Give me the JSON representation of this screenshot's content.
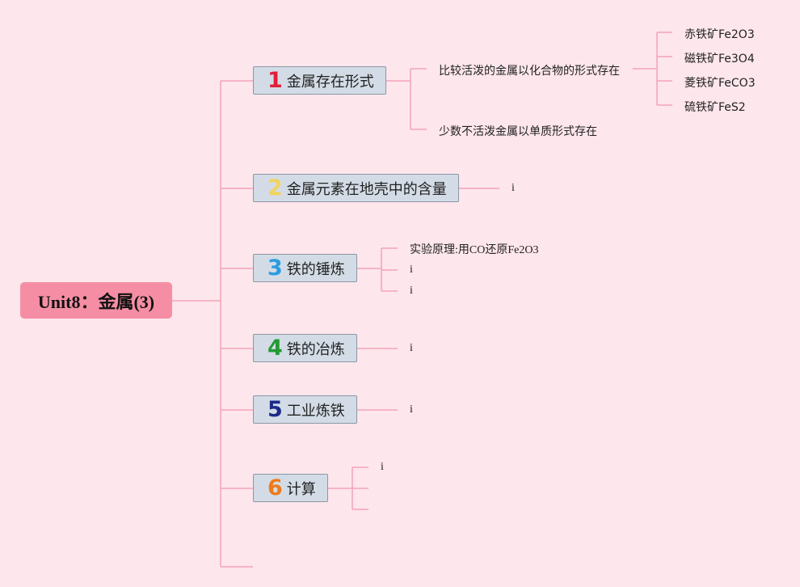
{
  "root": {
    "label": "Unit8：金属(3)"
  },
  "topics": [
    {
      "number": "1",
      "label": "金属存在形式",
      "color": "#e0203a"
    },
    {
      "number": "2",
      "label": "金属元素在地壳中的含量",
      "color": "#f2d35c"
    },
    {
      "number": "3",
      "label": "铁的锤炼",
      "color": "#2a9de0"
    },
    {
      "number": "4",
      "label": "铁的冶炼",
      "color": "#239a32"
    },
    {
      "number": "5",
      "label": "工业炼铁",
      "color": "#1c2a8a"
    },
    {
      "number": "6",
      "label": "计算",
      "color": "#f07a1a"
    }
  ],
  "t1": {
    "sub1": "比较活泼的金属以化合物的形式存在",
    "sub2": "少数不活泼金属以单质形式存在",
    "ores": [
      "赤铁矿Fe2O3",
      "磁铁矿Fe3O4",
      "菱铁矿FeCO3",
      "硫铁矿FeS2"
    ]
  },
  "t2": {
    "sub1": "i"
  },
  "t3": {
    "sub1": "实验原理:用CO还原Fe2O3",
    "sub2": "i",
    "sub3": "i"
  },
  "t4": {
    "sub1": "i"
  },
  "t5": {
    "sub1": "i"
  },
  "t6": {
    "sub1": "i"
  },
  "colors": {
    "background": "#fde6ec",
    "line": "#f4a3b8",
    "root": "#f58ea4",
    "topic": "#d3dce6"
  }
}
